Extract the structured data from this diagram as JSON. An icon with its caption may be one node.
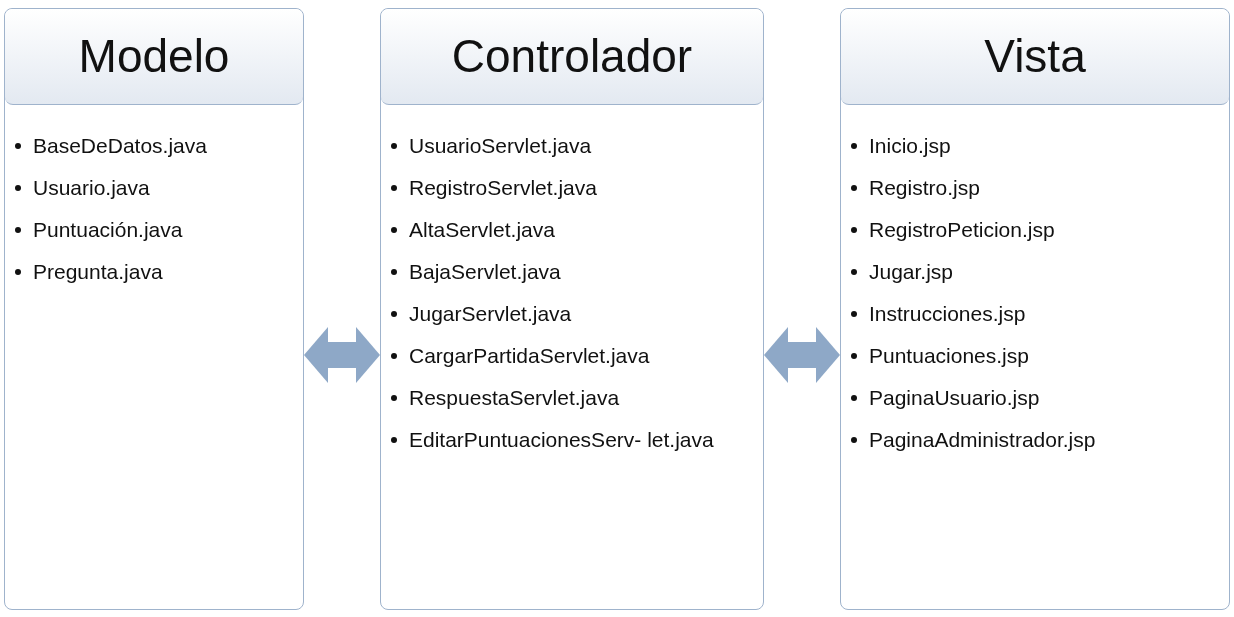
{
  "diagram": {
    "nodes": [
      {
        "text": [
          "Modelo",
          "BaseDeDatos.java",
          "Usuario.java",
          "Puntuación.java",
          "Pregunta.java"
        ]
      },
      {
        "text": [
          "Controlador",
          "UsuarioServlet.java",
          "RegistroServlet.java",
          "AltaServlet.java",
          "BajaServlet.java",
          "JugarServlet.java",
          "CargarPartidaServlet.java",
          "RespuestaServlet.java",
          "EditarPuntuacionesServ- let.java"
        ]
      },
      {
        "text": [
          "Vista",
          "Inicio.jsp",
          "Registro.jsp",
          "RegistroPeticion.jsp",
          "Jugar.jsp",
          "Instrucciones.jsp",
          "Puntuaciones.jsp",
          "PaginaUsuario.jsp",
          "PaginaAdministrador.jsp"
        ]
      }
    ],
    "edges": [
      {
        "from": 0,
        "to": 1,
        "arrow": "both"
      },
      {
        "from": 1,
        "to": 2,
        "arrow": "both"
      }
    ]
  }
}
